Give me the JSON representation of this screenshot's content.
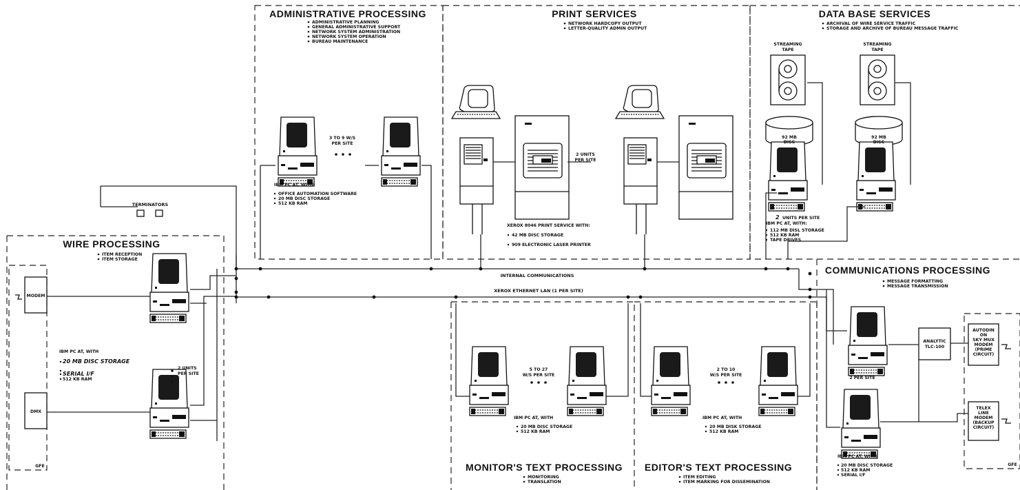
{
  "sections": {
    "admin": {
      "title": "ADMINISTRATIVE PROCESSING",
      "bullets": [
        "ADMINISTRATIVE PLANNING",
        "GENERAL ADMINISTRATIVE SUPPORT",
        "NETWORK SYSTEM ADMINISTRATION",
        "NETWORK SYSTEM OPERATION",
        "BUREAU MAINTENANCE"
      ],
      "count": [
        "3 TO 9 W/S",
        "PER SITE"
      ],
      "spec": [
        "IBM PC AT, WITH:",
        "OFFICE AUTOMATION SOFTWARE",
        "20 MB DISC STORAGE",
        "512 KB RAM"
      ]
    },
    "print": {
      "title": "PRINT SERVICES",
      "bullets": [
        "NETWORK HARDCOPY OUTPUT",
        "LETTER-QUALITY ADMIN OUTPUT"
      ],
      "count": [
        "2    UNITS",
        "PER SITE"
      ],
      "spec": [
        "XEROX 8046 PRINT SERVICE WITH:",
        "42 MB DISC STORAGE",
        "909 ELECTRONIC LASER PRINTER"
      ]
    },
    "database": {
      "title": "DATA BASE SERVICES",
      "bullets": [
        "ARCHIVAL OF WIRE SERVICE TRAFFIC",
        "STORAGE AND ARCHIVE OF BUREAU MESSAGE TRAFFIC"
      ],
      "tape_label": [
        "STREAMING",
        "TAPE"
      ],
      "disc_label": [
        "92 MB",
        "DISC"
      ],
      "count": [
        "2",
        "UNITS PER SITE"
      ],
      "spec": [
        "IBM PC AT, WITH:",
        "112 MB DISL STORAGE",
        "512 KB RAM",
        "TAPE DRIVES"
      ]
    },
    "wire": {
      "title": "WIRE PROCESSING",
      "bullets": [
        "ITEM RECEPTION",
        "ITEM STORAGE"
      ],
      "modem": "MODEM",
      "dmx": "DMX",
      "gfe": "GFE",
      "count": [
        "2     UNITS",
        "PER SITE"
      ],
      "spec_head": "IBM PC AT, WITH",
      "spec_disc": "20 MB DISC STORAGE",
      "spec_serial": "SERIAL I/F",
      "spec_ram": "512 KB RAM",
      "terminators": "TERMINATORS"
    },
    "comms": {
      "title": "COMMUNICATIONS PROCESSING",
      "bullets": [
        "MESSAGE FORMATTING",
        "MESSAGE TRANSMISSION"
      ],
      "analytic": [
        "ANALYTIC",
        "TLC-100"
      ],
      "autodin": [
        "AUTODIN",
        "ON",
        "SKY MUX",
        "MODEM",
        "(PRIME",
        "CIRCUIT)"
      ],
      "telex": [
        "TELEX",
        "LINE",
        "MODEM",
        "(BACKUP",
        "CIRCUIT)"
      ],
      "gfe": "GFE",
      "count": "2 PER SITE",
      "spec": [
        "IBM PC AT, WITH",
        "20 MB DISC STORAGE",
        "512 KB RAM",
        "SERIAL I/F"
      ]
    },
    "monitor": {
      "title": "MONITOR'S TEXT PROCESSING",
      "bullets": [
        "MONITORING",
        "TRANSLATION"
      ],
      "count": [
        "5 TO 27",
        "W/S PER SITE"
      ],
      "spec": [
        "IBM PC AT, WITH",
        "20 MB DISC STORAGE",
        "512 KB RAM"
      ]
    },
    "editor": {
      "title": "EDITOR'S TEXT PROCESSING",
      "bullets": [
        "ITEM EDITING",
        "ITEM MARKING FOR DISSEMINATION"
      ],
      "count": [
        "2 TO 10",
        "W/S PER SITE"
      ],
      "spec": [
        "IBM PC AT, WITH",
        "20 MB DISK STORAGE",
        "512 KB RAM"
      ]
    }
  },
  "network": {
    "internal": "INTERNAL COMMUNICATIONS",
    "lan": "XEROX ETHERNET LAN (1 PER SITE)"
  }
}
